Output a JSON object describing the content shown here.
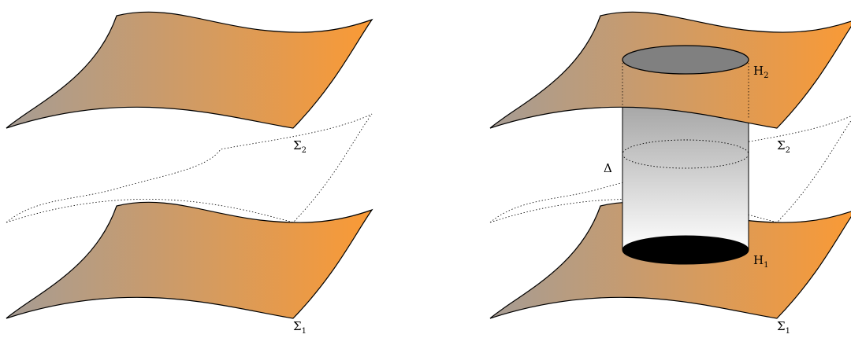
{
  "left_panel": {
    "upper_sheet": {
      "symbol": "Σ",
      "subscript": "2"
    },
    "lower_sheet": {
      "symbol": "Σ",
      "subscript": "1"
    }
  },
  "right_panel": {
    "upper_sheet": {
      "symbol": "Σ",
      "subscript": "2"
    },
    "lower_sheet": {
      "symbol": "Σ",
      "subscript": "1"
    },
    "top_disk": {
      "symbol": "H",
      "subscript": "2"
    },
    "bottom_disk": {
      "symbol": "H",
      "subscript": "1"
    },
    "cylinder": {
      "symbol": "Δ"
    }
  },
  "colors": {
    "sheet_gradient_start": "#a69c94",
    "sheet_gradient_end": "#fa9a35",
    "top_disk_fill": "#808080",
    "bottom_disk_fill": "#000000",
    "cylinder_gradient_top": "#9b9b9b",
    "cylinder_gradient_bottom": "#ffffff"
  }
}
